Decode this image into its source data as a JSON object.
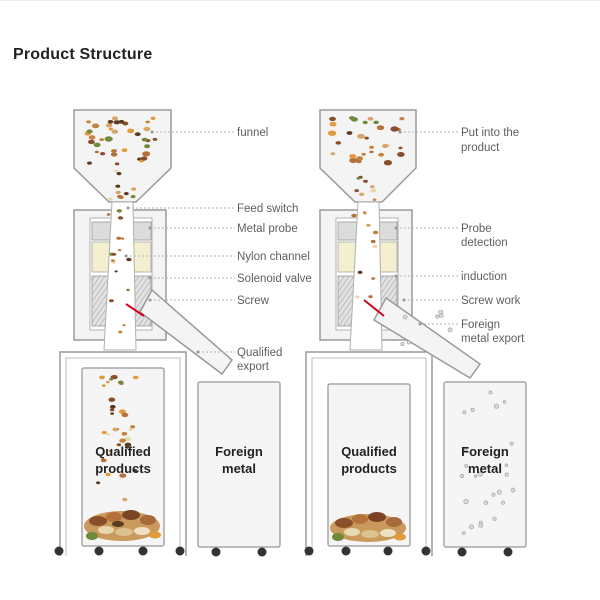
{
  "header": {
    "title": "Product Structure"
  },
  "left_machine": {
    "labels": [
      "funnel",
      "Feed switch",
      "Metal probe",
      "Nylon channel",
      "Solenoid valve",
      "Screw",
      "Qualified",
      "export"
    ],
    "bin_qualified": [
      "Qualified",
      "products"
    ],
    "bin_foreign": [
      "Foreign",
      "metal"
    ]
  },
  "right_machine": {
    "labels": [
      "Put into the",
      "product",
      "Probe",
      "detection",
      "induction",
      "Screw work",
      "Foreign",
      "metal export"
    ],
    "bin_qualified": [
      "Qualified",
      "products"
    ],
    "bin_foreign": [
      "Foreign",
      "metal"
    ]
  },
  "colors": {
    "frame": "#9a9a9a",
    "panel_fill": "#f4f4f4",
    "label_text": "#5f5f5f",
    "leader_line": "#b5b5b5",
    "probe_coil": "#f4efcf",
    "deflector_marker": "#d0021b",
    "nuts": "#c2843c"
  }
}
